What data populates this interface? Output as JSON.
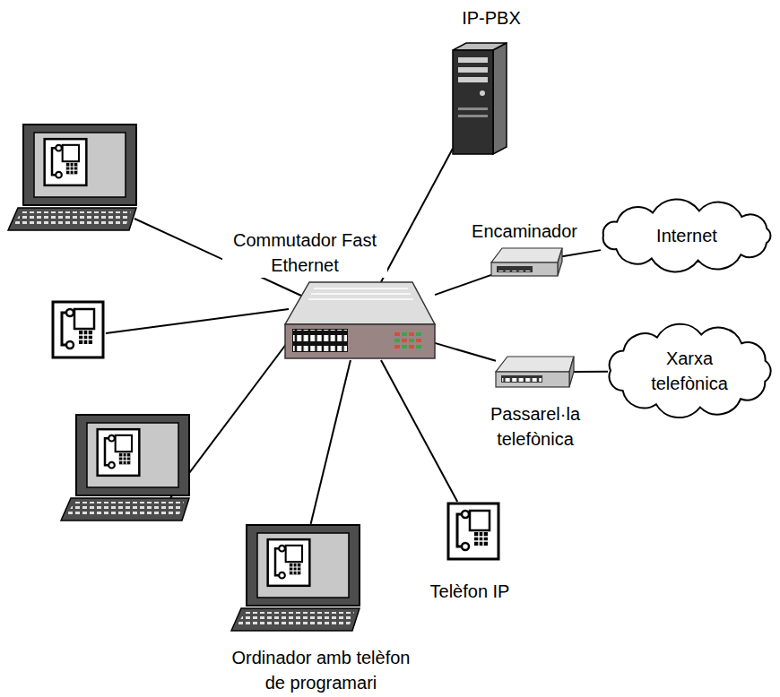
{
  "diagram": {
    "nodes": [
      {
        "text": [
          "IP-PBX"
        ]
      },
      {
        "text": [
          "Commutador Fast Ethernet"
        ]
      },
      {
        "text": [
          "Encaminador"
        ]
      },
      {
        "text": [
          "Internet"
        ]
      },
      {
        "text": [
          "Xarxa telefònica"
        ]
      },
      {
        "text": [
          "Passarel·la telefònica"
        ]
      },
      {
        "text": [
          "Telèfon IP"
        ]
      },
      {
        "text": [
          "Ordinador amb telèfon de programari"
        ]
      }
    ],
    "edges": [
      {
        "from": 1,
        "to": 0,
        "arrow": "none"
      },
      {
        "from": 1,
        "to": 2,
        "arrow": "none"
      },
      {
        "from": 2,
        "to": 3,
        "arrow": "none"
      },
      {
        "from": 1,
        "to": 5,
        "arrow": "none"
      },
      {
        "from": 5,
        "to": 4,
        "arrow": "none"
      },
      {
        "from": 1,
        "to": 6,
        "arrow": "none"
      },
      {
        "from": 1,
        "to": 7,
        "arrow": "none"
      }
    ]
  }
}
